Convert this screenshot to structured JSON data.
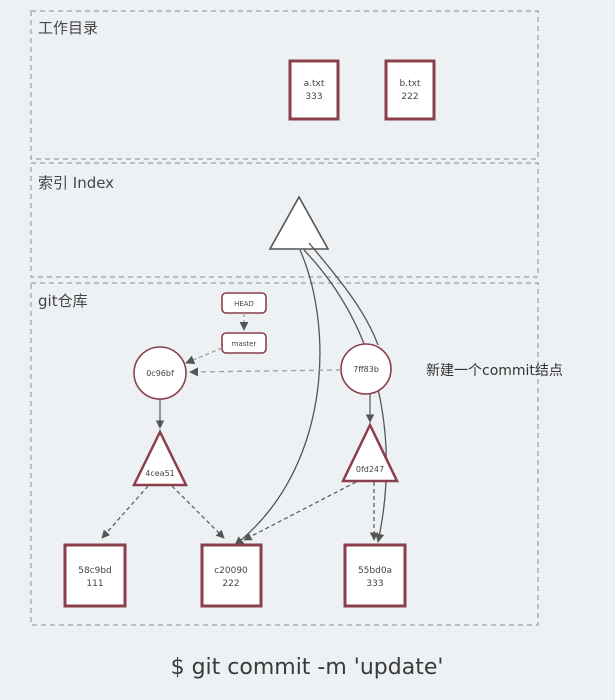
{
  "sections": {
    "working_dir": {
      "label": "工作目录"
    },
    "index": {
      "label": "索引 Index"
    },
    "repo": {
      "label": "git仓库"
    }
  },
  "working_files": [
    {
      "name": "a.txt",
      "content": "333"
    },
    {
      "name": "b.txt",
      "content": "222"
    }
  ],
  "refs": {
    "head": "HEAD",
    "branch": "master"
  },
  "commits": {
    "old": {
      "id": "0c96bf"
    },
    "new": {
      "id": "7ff83b"
    }
  },
  "trees": {
    "old": {
      "id": "4cea51"
    },
    "new": {
      "id": "0fd247"
    }
  },
  "blobs": [
    {
      "id": "58c9bd",
      "content": "111"
    },
    {
      "id": "c20090",
      "content": "222"
    },
    {
      "id": "55bd0a",
      "content": "333"
    }
  ],
  "annotation": "新建一个commit结点",
  "command": "$ git commit -m 'update'",
  "colors": {
    "node_stroke": "#8a3f4a",
    "dash": "#9aa0a6",
    "line": "#555555"
  }
}
